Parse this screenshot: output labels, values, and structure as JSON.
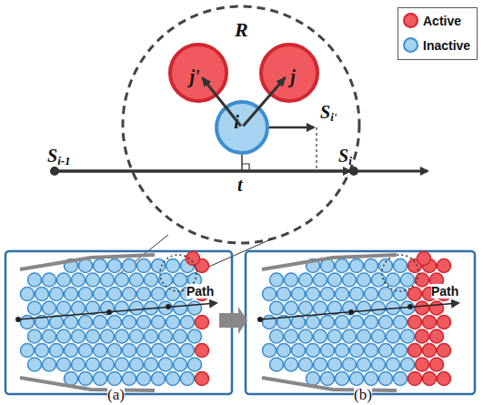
{
  "diagram": {
    "nodes": [
      {
        "text": [
          "j'"
        ]
      },
      {
        "text": [
          "j"
        ]
      },
      {
        "text": [
          "i"
        ]
      }
    ],
    "edges": [
      {
        "from": 2,
        "to": 0,
        "arrow": "to"
      },
      {
        "from": 2,
        "to": 1,
        "arrow": "to"
      }
    ],
    "labels": [
      "R",
      "Si-1",
      "Si",
      "Si'",
      "t",
      "Path",
      "Path",
      "(a)",
      "(b)"
    ],
    "legend": [
      {
        "text": "Active",
        "color": "#f05a5e"
      },
      {
        "text": "Inactive",
        "color": "#a8d3f0"
      }
    ]
  }
}
